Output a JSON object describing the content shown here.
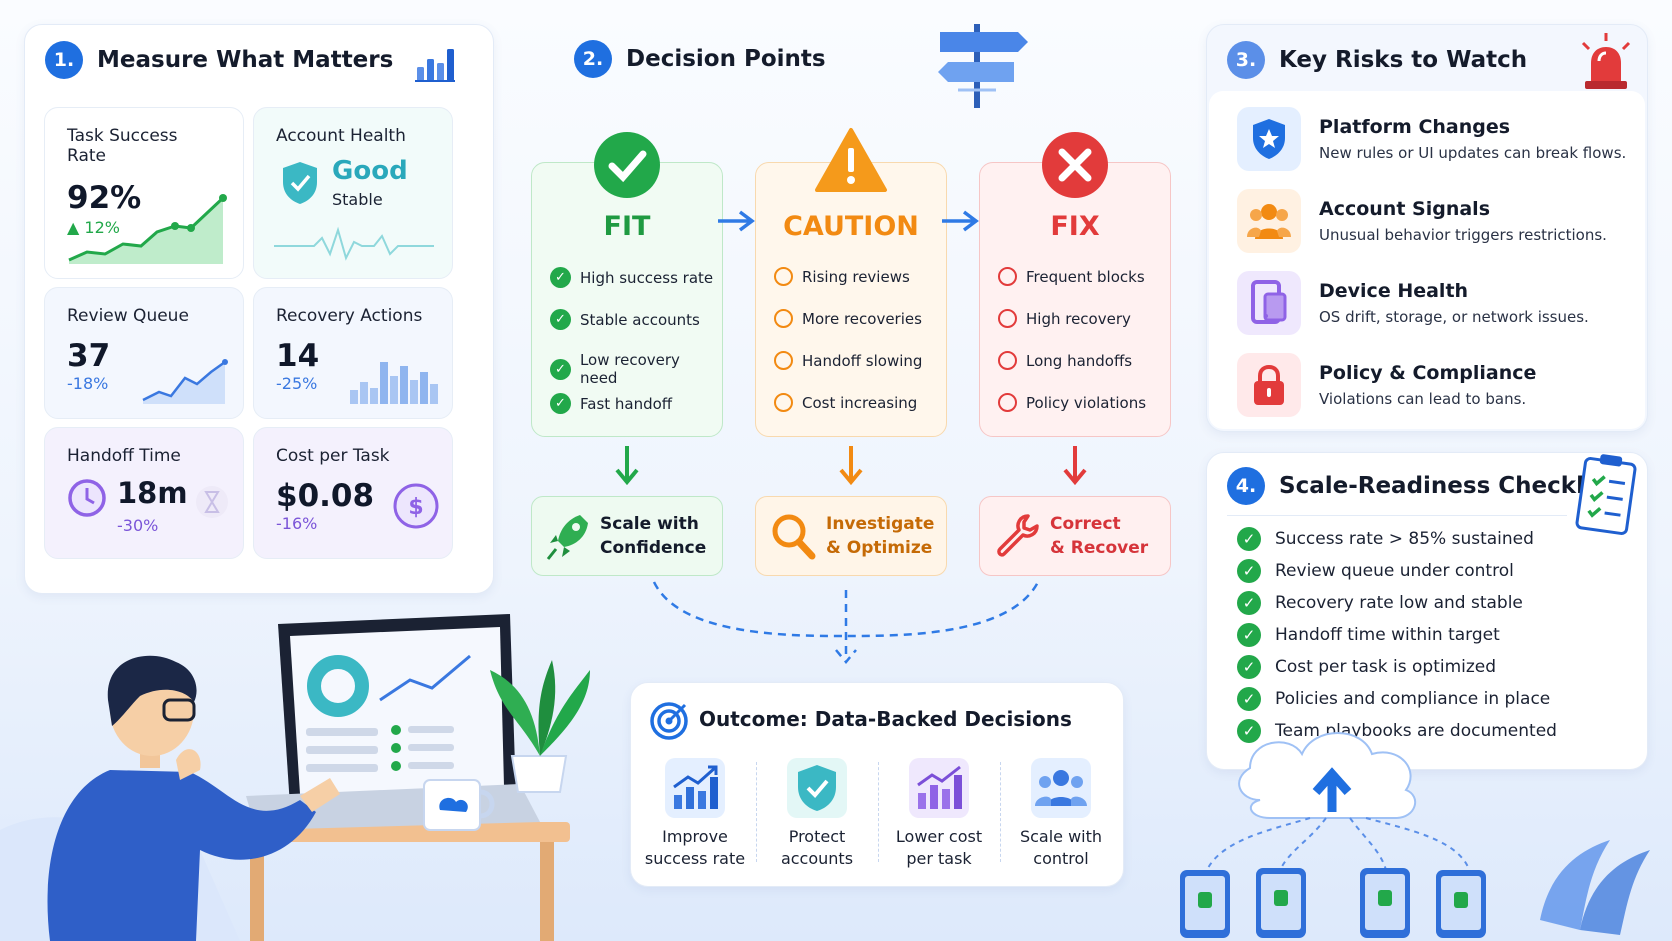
{
  "measure": {
    "num": "1.",
    "title": "Measure What Matters",
    "success": {
      "label": "Task Success Rate",
      "value": "92%",
      "delta": "▲ 12%"
    },
    "health": {
      "label": "Account Health",
      "value": "Good",
      "status": "Stable"
    },
    "queue": {
      "label": "Review Queue",
      "value": "37",
      "delta": "-18%"
    },
    "recovery": {
      "label": "Recovery Actions",
      "value": "14",
      "delta": "-25%"
    },
    "handoff": {
      "label": "Handoff Time",
      "value": "18m",
      "delta": "-30%"
    },
    "cost": {
      "label": "Cost per Task",
      "value": "$0.08",
      "delta": "-16%"
    }
  },
  "decision": {
    "num": "2.",
    "title": "Decision Points",
    "fit": {
      "head": "FIT",
      "items": [
        "High success rate",
        "Stable accounts",
        "Low recovery need",
        "Fast handoff"
      ],
      "action": [
        "Scale with",
        "Confidence"
      ]
    },
    "caution": {
      "head": "CAUTION",
      "items": [
        "Rising reviews",
        "More recoveries",
        "Handoff slowing",
        "Cost increasing"
      ],
      "action": [
        "Investigate",
        "& Optimize"
      ]
    },
    "fix": {
      "head": "FIX",
      "items": [
        "Frequent blocks",
        "High recovery",
        "Long handoffs",
        "Policy violations"
      ],
      "action": [
        "Correct",
        "& Recover"
      ]
    }
  },
  "outcome": {
    "title": "Outcome: Data-Backed Decisions",
    "items": [
      {
        "l1": "Improve",
        "l2": "success rate"
      },
      {
        "l1": "Protect",
        "l2": "accounts"
      },
      {
        "l1": "Lower cost",
        "l2": "per task"
      },
      {
        "l1": "Scale with",
        "l2": "control"
      }
    ]
  },
  "risks": {
    "num": "3.",
    "title": "Key Risks to Watch",
    "items": [
      {
        "title": "Platform Changes",
        "desc": "New rules or UI updates can break flows."
      },
      {
        "title": "Account Signals",
        "desc": "Unusual behavior triggers restrictions."
      },
      {
        "title": "Device Health",
        "desc": "OS drift, storage, or network issues."
      },
      {
        "title": "Policy & Compliance",
        "desc": "Violations can lead to bans."
      }
    ]
  },
  "checklist": {
    "num": "4.",
    "title": "Scale-Readiness Checklist",
    "items": [
      "Success rate > 85% sustained",
      "Review queue under control",
      "Recovery rate low and stable",
      "Handoff time within target",
      "Cost per task is optimized",
      "Policies and compliance in place",
      "Team playbooks are documented"
    ]
  },
  "colors": {
    "blue": "#1f6fe0",
    "fit": "#22a84a",
    "caution": "#f28a12",
    "fix": "#e23b3b"
  }
}
